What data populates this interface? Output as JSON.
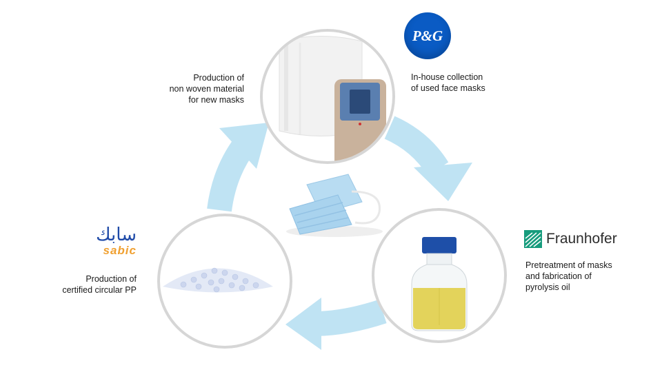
{
  "captions": {
    "top_left": [
      "Production of",
      "non woven material",
      "for new masks"
    ],
    "top_right": [
      "In-house collection",
      "of used face masks"
    ],
    "bottom_right": [
      "Pretreatment of masks",
      "and fabrication of",
      "pyrolysis oil"
    ],
    "bottom_left": [
      "Production of",
      "certified circular PP"
    ]
  },
  "logos": {
    "pg": "P&G",
    "fraunhofer": "Fraunhofer",
    "sabic_latin": "sabic",
    "sabic_arabic": "سابك"
  },
  "colors": {
    "arrow": "#bfe3f3",
    "circle_border": "#d6d6d6",
    "pg_blue": "#0a5bc4",
    "fraunhofer_green": "#179c7d",
    "sabic_blue": "#1f4aa8",
    "sabic_orange": "#f0a030",
    "mask_blue": "#a9d3ee",
    "oil": "#e3d35b",
    "cap_blue": "#1e4fa8"
  },
  "icons": {
    "top": "nonwoven-roll-and-collection-bin-image",
    "center": "face-masks-image",
    "bottom_right": "pyrolysis-oil-bottle-image",
    "bottom_left": "pp-pellets-image"
  }
}
